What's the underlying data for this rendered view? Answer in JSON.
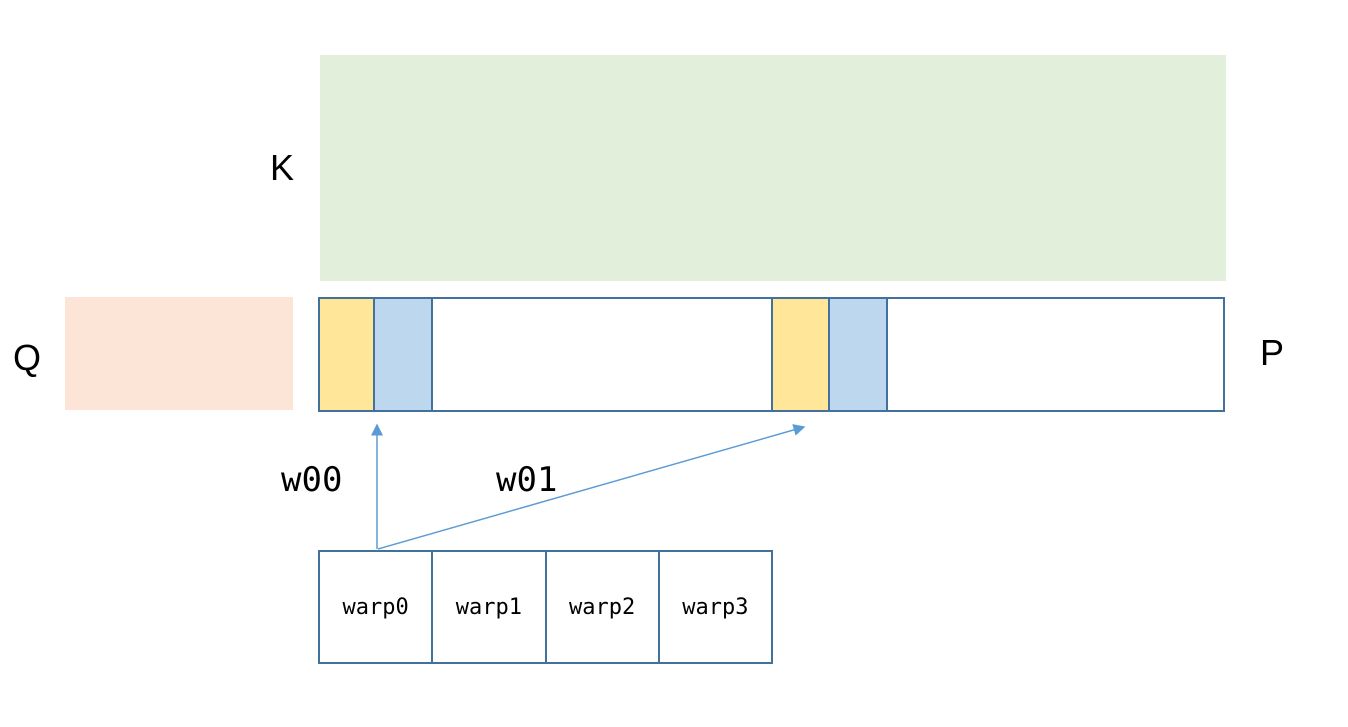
{
  "diagram": {
    "k_matrix": {
      "label": "K",
      "fill_color": "#e2efda"
    },
    "q_matrix": {
      "label": "Q",
      "fill_color": "#fce4d6"
    },
    "p_matrix": {
      "label": "P",
      "fill_color": "#ffffff",
      "border_color": "#41719c",
      "highlight_pairs": [
        {
          "yellow_color": "#ffe699",
          "blue_color": "#bdd7ee"
        },
        {
          "yellow_color": "#ffe699",
          "blue_color": "#bdd7ee"
        }
      ]
    },
    "arrows": [
      {
        "label": "w00",
        "color": "#5b9bd5"
      },
      {
        "label": "w01",
        "color": "#5b9bd5"
      }
    ],
    "warp_row": {
      "cells": [
        {
          "label": "warp0"
        },
        {
          "label": "warp1"
        },
        {
          "label": "warp2"
        },
        {
          "label": "warp3"
        }
      ]
    }
  }
}
